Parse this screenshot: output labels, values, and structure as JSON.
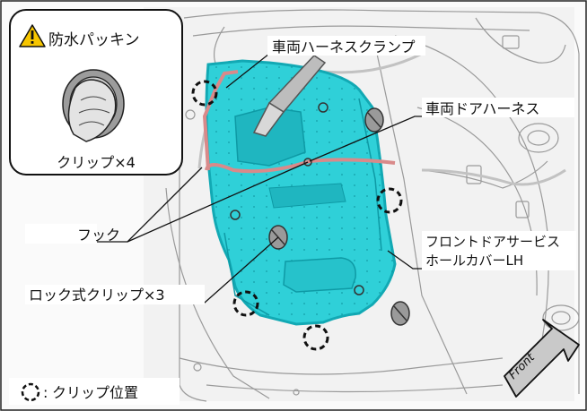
{
  "inset": {
    "warning_title": "防水パッキン",
    "caption": "クリップ×4"
  },
  "callouts": {
    "harness_clamp": "車両ハーネスクランプ",
    "door_harness": "車両ドアハーネス",
    "hook": "フック",
    "service_cover_line1": "フロントドアサービス",
    "service_cover_line2": "ホールカバーLH",
    "lock_clip": "ロック式クリップ×3"
  },
  "legend": {
    "clip_position": "クリップ位置",
    "separator": ":"
  },
  "direction": {
    "label": "Front"
  },
  "colors": {
    "cover_fill": "#2fd0d8",
    "cover_edge": "#12a9b4",
    "harness": "#d98a8a",
    "warning": "#f7c600",
    "front_arrow": "#c9c9c9"
  }
}
